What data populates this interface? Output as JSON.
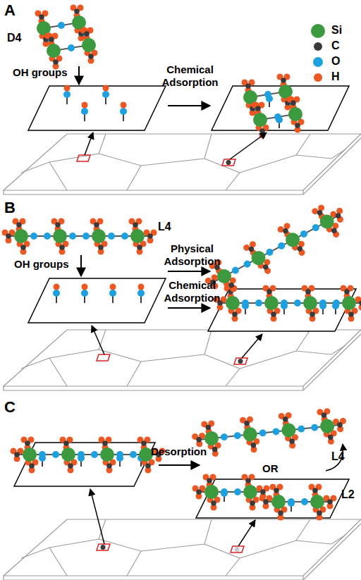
{
  "diagram": {
    "labels": [
      "A",
      "D4",
      "OH groups",
      "Chemical Adsorption",
      "B",
      "L4",
      "OH groups",
      "Physical Adsorption",
      "Chemical Adsorption",
      "C",
      "Desorption",
      "L4",
      "OR",
      "L2"
    ],
    "legend": [
      {
        "text": "Si",
        "color": "#3b9a3e"
      },
      {
        "text": "C",
        "color": "#3a3a3a"
      },
      {
        "text": "O",
        "color": "#1ba1e2"
      },
      {
        "text": "H",
        "color": "#f0561f"
      }
    ]
  }
}
